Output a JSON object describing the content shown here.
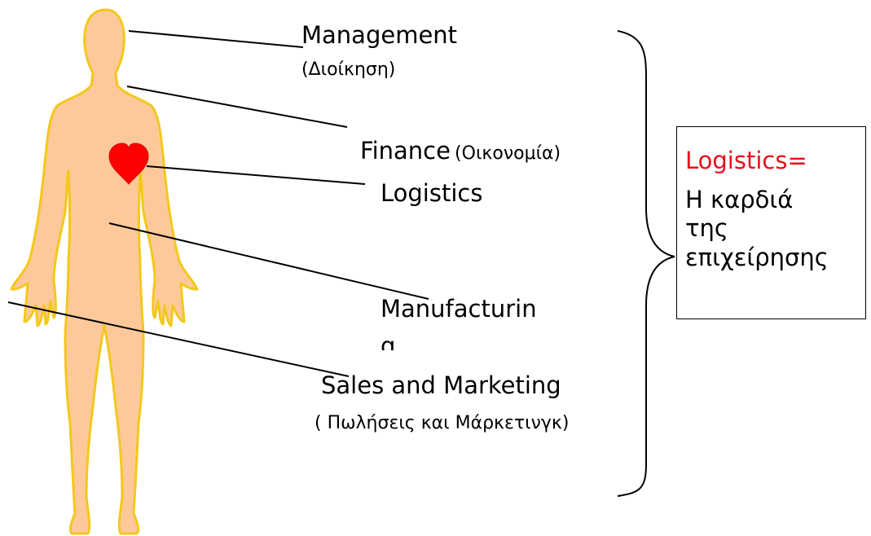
{
  "labels": {
    "management": "Management",
    "management_gr": "(Διοίκηση)",
    "finance": "Finance",
    "finance_gr": "(Οικονομία)",
    "logistics": "Logistics",
    "manufacturing_line1": "Manufacturin",
    "manufacturing_line2": "g",
    "sales": "Sales and Marketing",
    "sales_gr": "( Πωλήσεις και Μάρκετινγκ)"
  },
  "callout": {
    "title": "Logistics=",
    "lines": [
      "Η καρδιά",
      "της",
      "επιχείρησης"
    ]
  },
  "colors": {
    "body_fill": "#fdc99a",
    "body_outline": "#f3c81c",
    "heart": "#ff0000",
    "callout_title": "#e8101a"
  },
  "icons": {
    "figure": "human-body-icon",
    "heart": "heart-icon",
    "brace": "curly-brace"
  }
}
